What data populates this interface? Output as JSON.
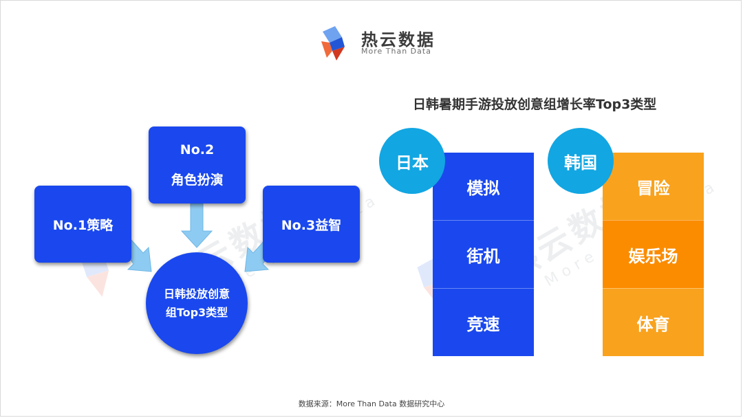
{
  "logo": {
    "name": "热云数据",
    "tagline": "More Than Data"
  },
  "watermark": {
    "name": "热云数据",
    "tagline": "More Than Data"
  },
  "ranking": {
    "items": [
      {
        "rank": "No.1",
        "label": "策略"
      },
      {
        "rank": "No.2",
        "label": "角色扮演"
      },
      {
        "rank": "No.3",
        "label": "益智"
      }
    ],
    "center_label": "日韩投放创意组Top3类型"
  },
  "panel": {
    "title": "日韩暑期手游投放创意组增长率Top3类型",
    "columns": [
      {
        "country": "日本",
        "color": "#1a48ee",
        "types": [
          "模拟",
          "街机",
          "竞速"
        ]
      },
      {
        "country": "韩国",
        "color": "#f9a21d",
        "types": [
          "冒险",
          "娱乐场",
          "体育"
        ]
      }
    ]
  },
  "footer": {
    "source": "数据来源：More Than Data 数据研究中心"
  },
  "colors": {
    "primary_blue": "#1a48ee",
    "country_circle": "#12a6e2",
    "orange": "#f9a21d",
    "arrow": "#8ecbf2"
  }
}
